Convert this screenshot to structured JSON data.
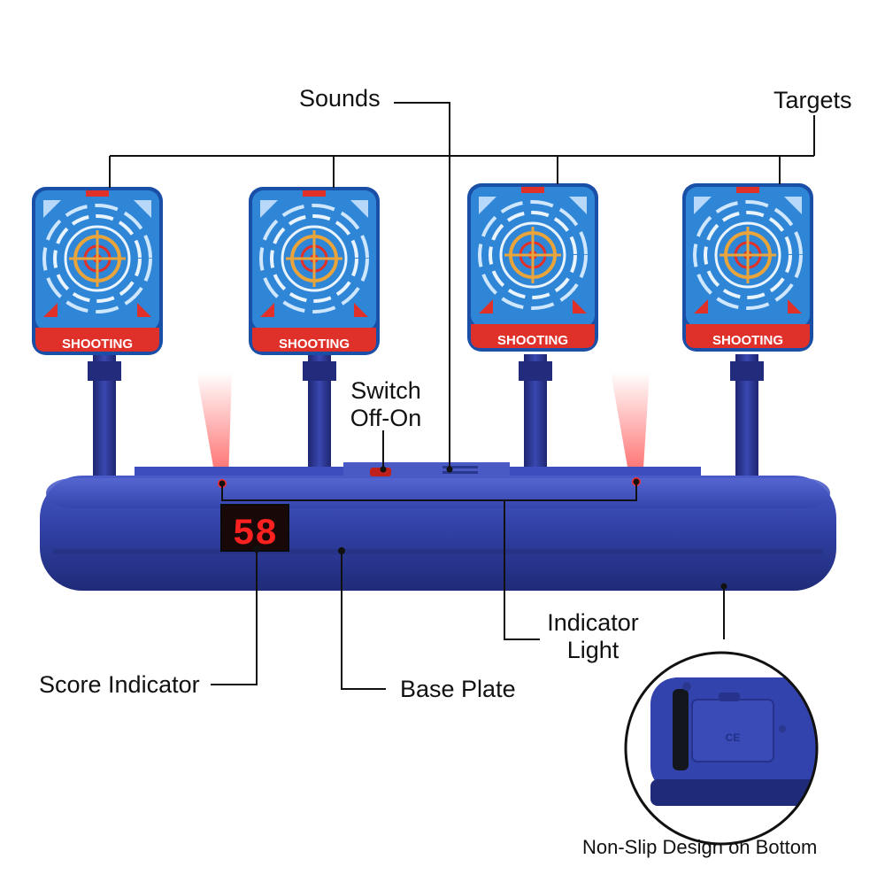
{
  "labels": {
    "sounds": "Sounds",
    "targets": "Targets",
    "switch_line1": "Switch",
    "switch_line2": "Off-On",
    "indicator_line1": "Indicator",
    "indicator_line2": "Light",
    "score_indicator": "Score Indicator",
    "base_plate": "Base Plate",
    "non_slip": "Non-Slip Design on Bottom"
  },
  "target_text": "SHOOTING",
  "score_display": "58",
  "bottom_label": "CE",
  "colors": {
    "target_blue": "#2f86d6",
    "target_border": "#1a4fa8",
    "shooting_red": "#e0302a",
    "base_navy": "#2f3f9e",
    "stand_navy": "#2a338a",
    "laser_red": "#ff2a2a",
    "display_bg": "#180808",
    "display_digit": "#ff2020",
    "crosshair": "#e9a43c",
    "line": "#111111"
  }
}
